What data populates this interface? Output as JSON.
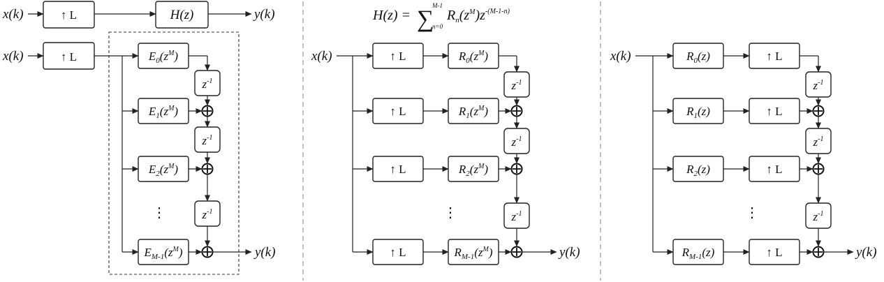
{
  "signals": {
    "input": "x(k)",
    "output": "y(k)"
  },
  "blocks": {
    "upsample": "↑ L",
    "hz": "H(z)",
    "delay_base": "z",
    "delay_exp": "-1",
    "e_base": "E",
    "r_base": "R",
    "zm_open": "(z",
    "zm_sup": "M",
    "zm_close": ")",
    "z_arg": "(z)",
    "sub_0": "0",
    "sub_1": "1",
    "sub_2": "2",
    "sub_last": "M-1",
    "ellipsis": "⋮"
  },
  "formula": {
    "lhs": "H(z)",
    "equals": " = ",
    "sigma": "∑",
    "upper": "M-1",
    "lower": "n=0",
    "r": "R",
    "r_sub": "n",
    "paren_open": "(z",
    "paren_sup": "M",
    "paren_close": ")z",
    "exponent": "-(M-1-n)"
  }
}
